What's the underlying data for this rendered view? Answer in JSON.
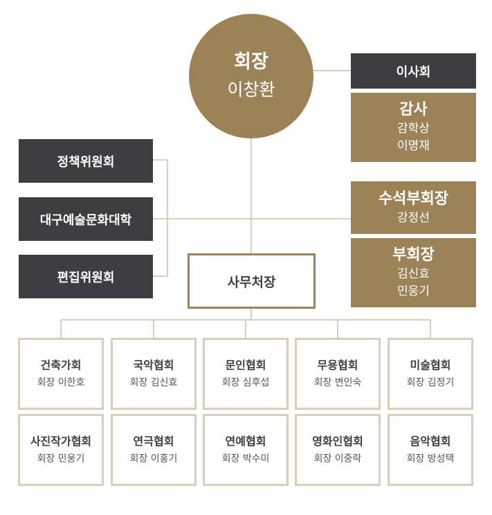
{
  "president": {
    "title": "회장",
    "name": "이창환"
  },
  "board": "이사회",
  "auditor": {
    "title": "감사",
    "names": [
      "감학상",
      "이명재"
    ]
  },
  "senior_vp": {
    "title": "수석부회장",
    "names": [
      "강정선"
    ]
  },
  "vp": {
    "title": "부회장",
    "names": [
      "김신효",
      "민웅기"
    ]
  },
  "committees": [
    "정책위원회",
    "대구예술문화대학",
    "편집위원회"
  ],
  "secretary_general": "사무처장",
  "associations": [
    {
      "name": "건축가회",
      "head": "회장 이한호"
    },
    {
      "name": "국악협회",
      "head": "회장 김신효"
    },
    {
      "name": "문인협회",
      "head": "회장 심후섭"
    },
    {
      "name": "무용협회",
      "head": "회장 변인숙"
    },
    {
      "name": "미술협회",
      "head": "회장 김정기"
    },
    {
      "name": "사진작가협회",
      "head": "회장 민웅기"
    },
    {
      "name": "연극협회",
      "head": "회장 이홍기"
    },
    {
      "name": "연예협회",
      "head": "회장 박수미"
    },
    {
      "name": "영화인협회",
      "head": "회장 이중락"
    },
    {
      "name": "음악협회",
      "head": "회장 방성택"
    }
  ],
  "colors": {
    "gold": "#9b8257",
    "dark": "#3e3e40",
    "line": "#d9cfb9",
    "text": "#3e3e40"
  }
}
